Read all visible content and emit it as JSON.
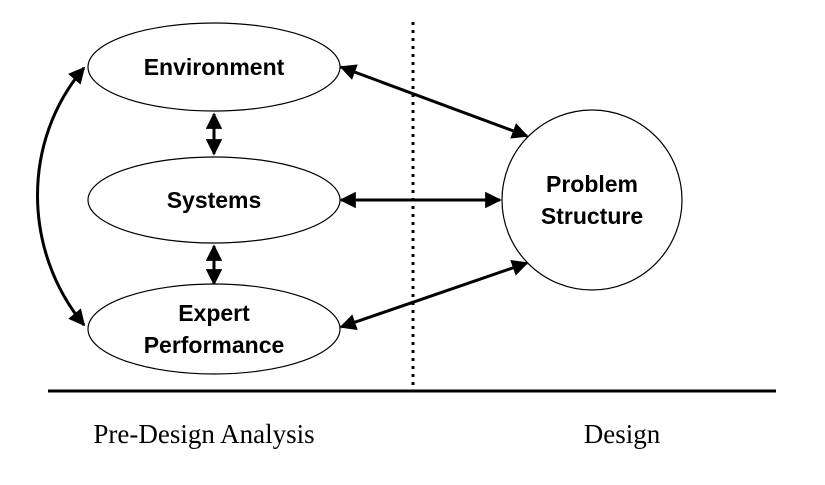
{
  "diagram": {
    "nodes": {
      "environment": {
        "label": "Environment"
      },
      "systems": {
        "label": "Systems"
      },
      "expert_performance": {
        "line1": "Expert",
        "line2": "Performance"
      },
      "problem_structure": {
        "line1": "Problem",
        "line2": "Structure"
      }
    },
    "captions": {
      "left": "Pre-Design Analysis",
      "right": "Design"
    }
  }
}
